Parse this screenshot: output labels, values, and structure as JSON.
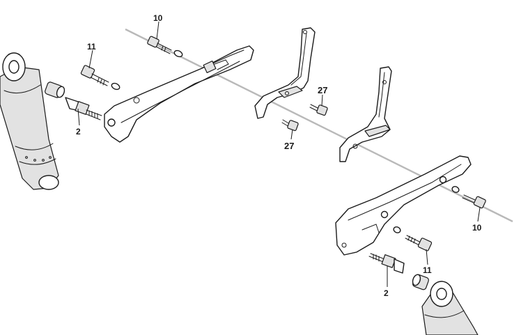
{
  "callouts": {
    "bolt_10_upper": "10",
    "bolt_11_upper": "11",
    "stud_2_left": "2",
    "bolt_27_right": "27",
    "bolt_27_left": "27",
    "bolt_10_lower": "10",
    "bolt_11_lower": "11",
    "stud_2_right": "2"
  }
}
